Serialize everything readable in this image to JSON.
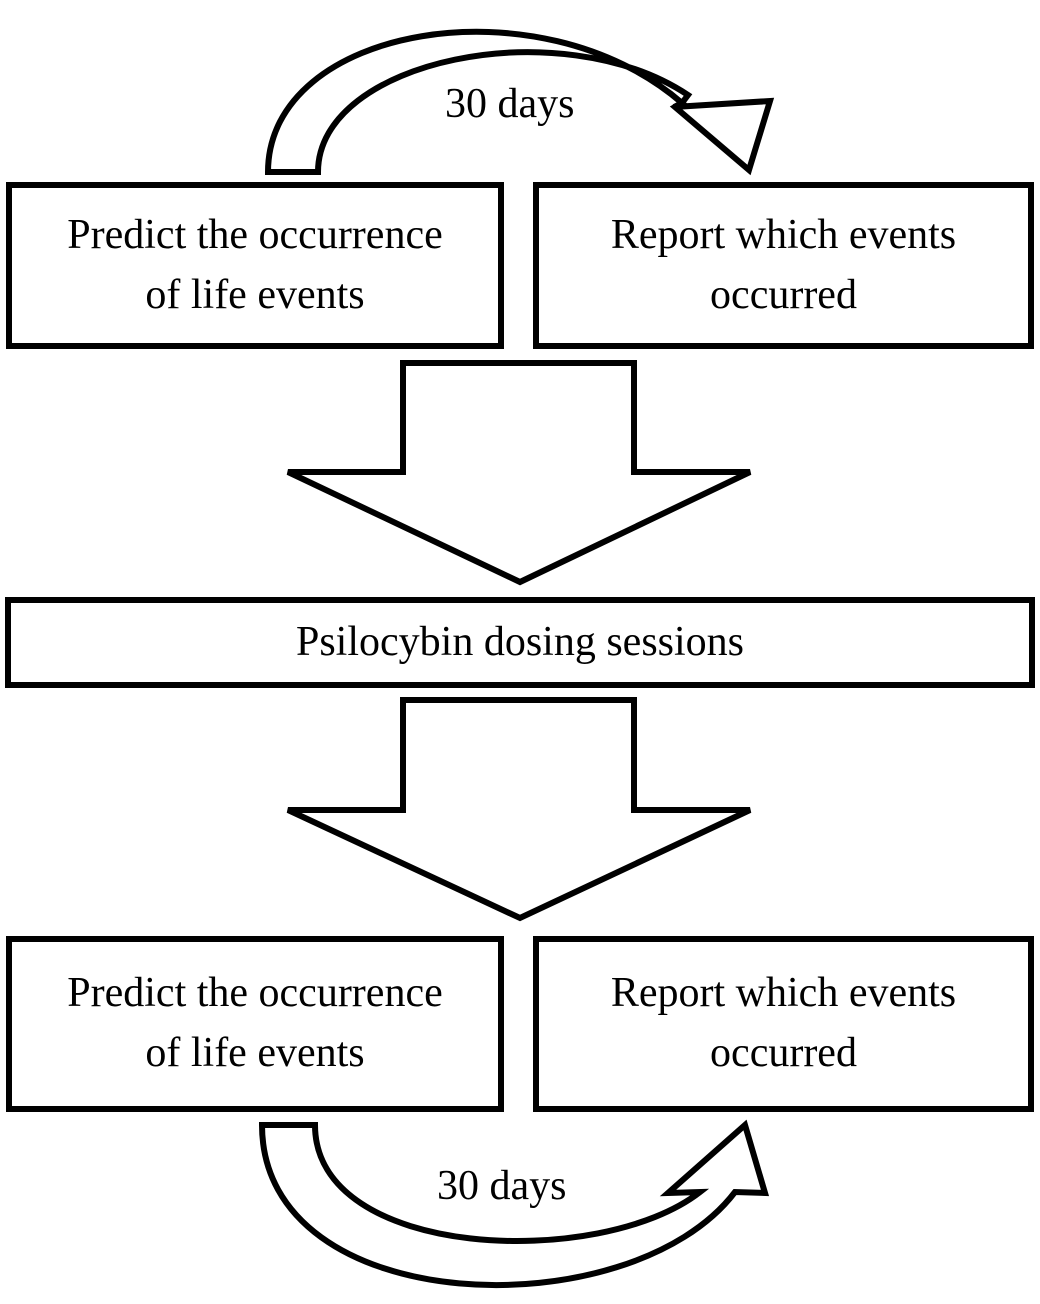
{
  "diagram": {
    "top": {
      "predict_box": {
        "line1": "Predict the occurrence",
        "line2": "of life events"
      },
      "report_box": {
        "line1": "Report which events",
        "line2": "occurred"
      },
      "interval_label": "30 days"
    },
    "middle": {
      "dosing_box": "Psilocybin dosing sessions"
    },
    "bottom": {
      "predict_box": {
        "line1": "Predict the occurrence",
        "line2": "of life events"
      },
      "report_box": {
        "line1": "Report which events",
        "line2": "occurred"
      },
      "interval_label": "30 days"
    }
  }
}
